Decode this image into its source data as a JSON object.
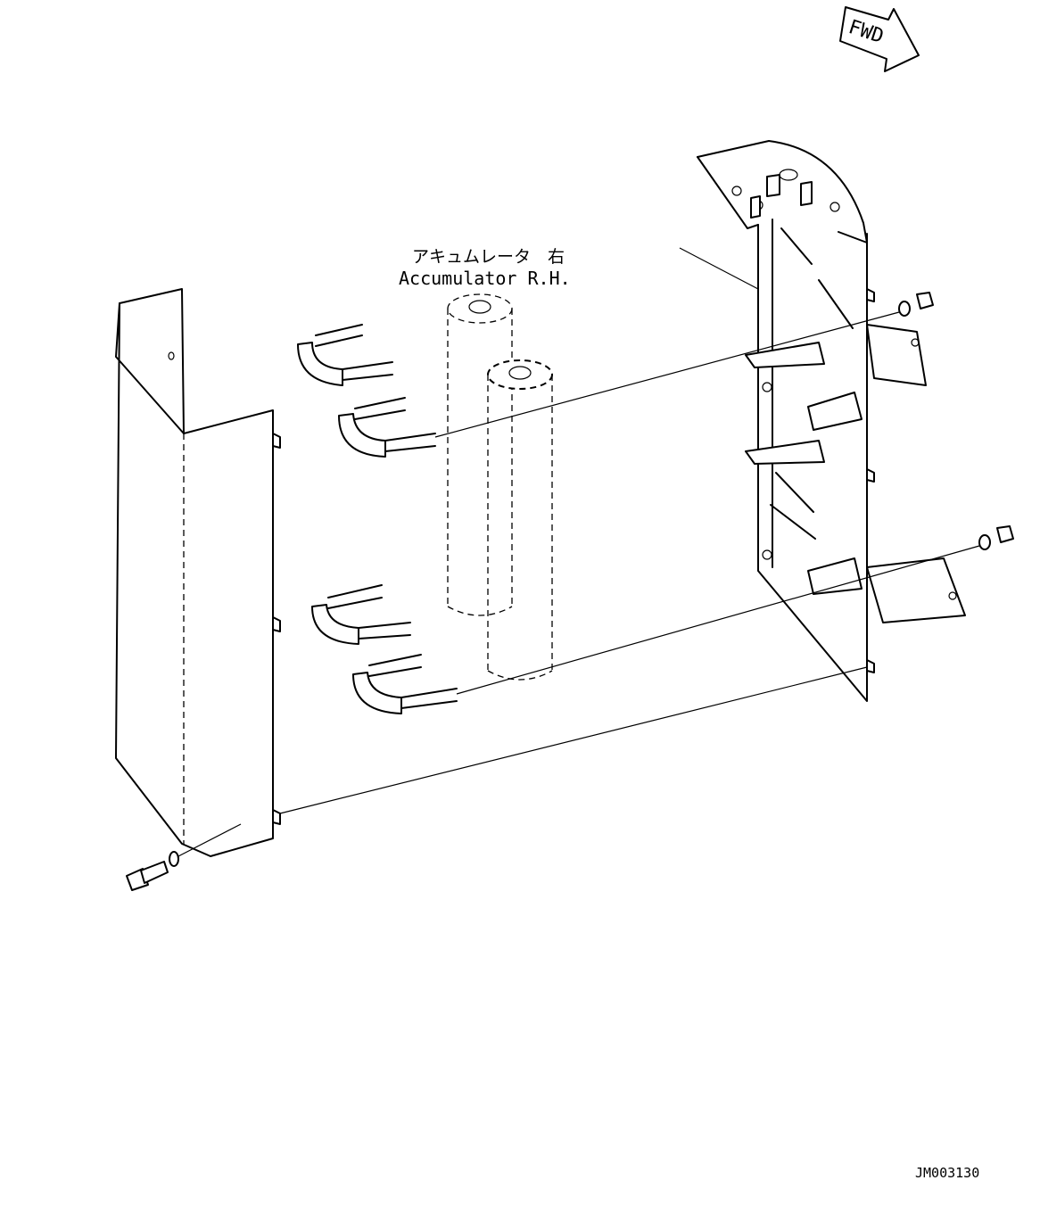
{
  "fwd_label": "FWD",
  "part_label": {
    "jp": "アキュムレータ　右",
    "en": "Accumulator R.H."
  },
  "drawing_number": "JM003130"
}
